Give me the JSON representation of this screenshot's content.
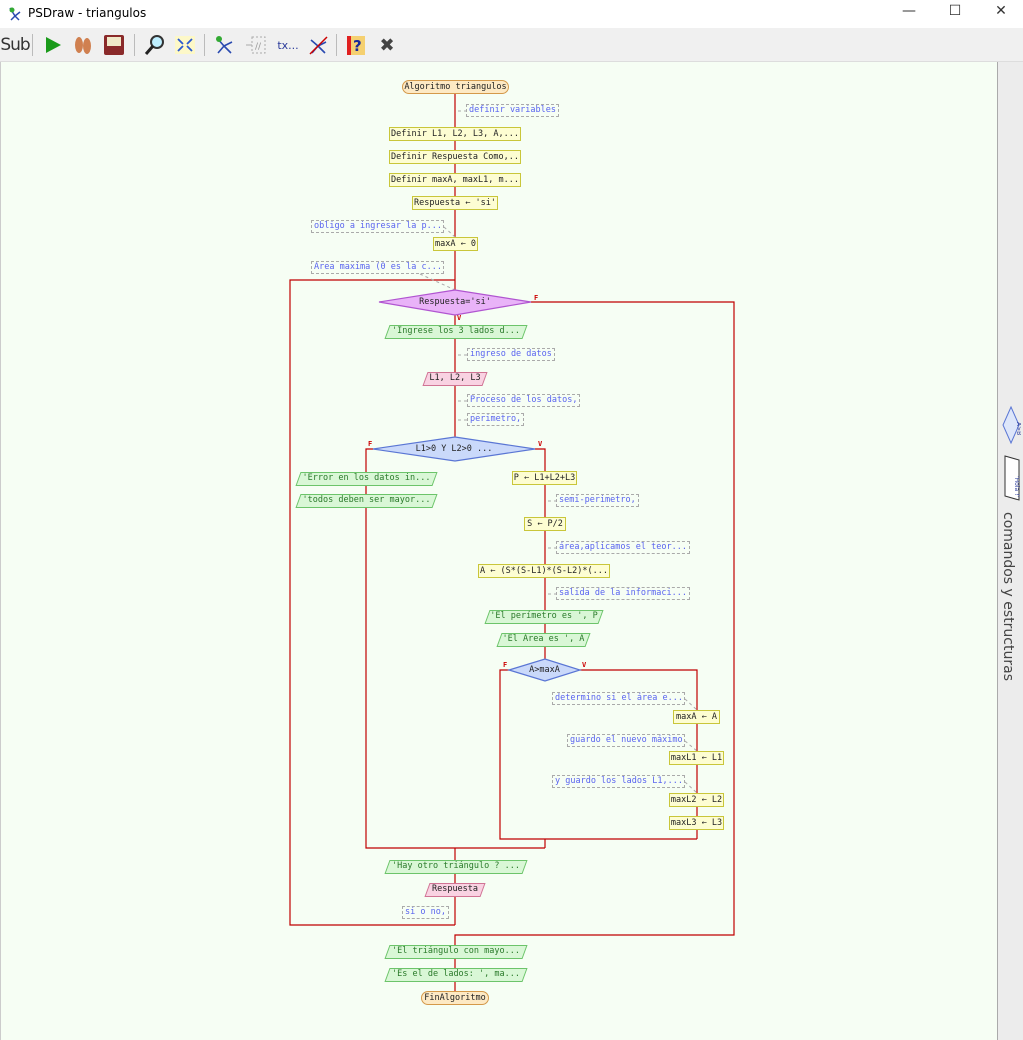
{
  "window": {
    "title": "PSDraw - triangulos",
    "minimize": "—",
    "maximize": "☐",
    "close": "✕"
  },
  "toolbar": {
    "sub": "Sub",
    "text_tool": "tx..."
  },
  "side_panel": {
    "label": "comandos y estructuras",
    "decision_icon": "A>B",
    "output_icon": "'Hola !'"
  },
  "colors": {
    "line": "#c00000",
    "comment": "#5a64f0"
  },
  "flow": {
    "start": "Algoritmo triangulos",
    "c_definir": "definir variables",
    "def1": "Definir L1, L2, L3, A,...",
    "def2": "Definir Respuesta Como,..",
    "def3": "Definir maxA, maxL1, m...",
    "assign_resp": "Respuesta ← 'si'",
    "c_obligo": "obligo a ingresar la p...",
    "assign_maxA": "maxA ← 0",
    "c_area_max": "Area maxima (0 es la c...",
    "while_cond": "Respuesta='si'",
    "out_ingrese": "'Ingrese los 3 lados d...",
    "c_ingreso": "ingreso de datos",
    "in_lados": "L1, L2, L3",
    "c_proceso": "Proceso de los datos,",
    "c_perimetro": "perimetro,",
    "if_cond": "L1>0 Y L2>0 ...",
    "out_error": "'Error en los datos in...",
    "out_todos": "'todos deben ser mayor...",
    "assign_P": "P ← L1+L2+L3",
    "c_semi": "semi-perimetro,",
    "assign_S": "S ← P/2",
    "c_area": "área,aplicamos el teor...",
    "assign_A": "A ← (S*(S-L1)*(S-L2)*(...",
    "c_salida": "salida de la informaci...",
    "out_perim": "'El perímetro es ', P",
    "out_area": "'El Area es ', A",
    "if_max": "A>maxA",
    "c_determino": "determino si el área e...",
    "assign_maxA2": "maxA ← A",
    "c_guardo": "guardo el nuevo máximo",
    "assign_maxL1": "maxL1 ← L1",
    "c_lados": "y guardo los lados L1,...",
    "assign_maxL2": "maxL2 ← L2",
    "assign_maxL3": "maxL3 ← L3",
    "out_otro": "'Hay otro triángulo ? ...",
    "in_resp": "Respuesta",
    "c_sino": "si o no,",
    "out_mayor": "'El triángulo con mayo...",
    "out_lados": "'Es el de lados: ', ma...",
    "end": "FinAlgoritmo",
    "label_true": "V",
    "label_false": "F"
  }
}
